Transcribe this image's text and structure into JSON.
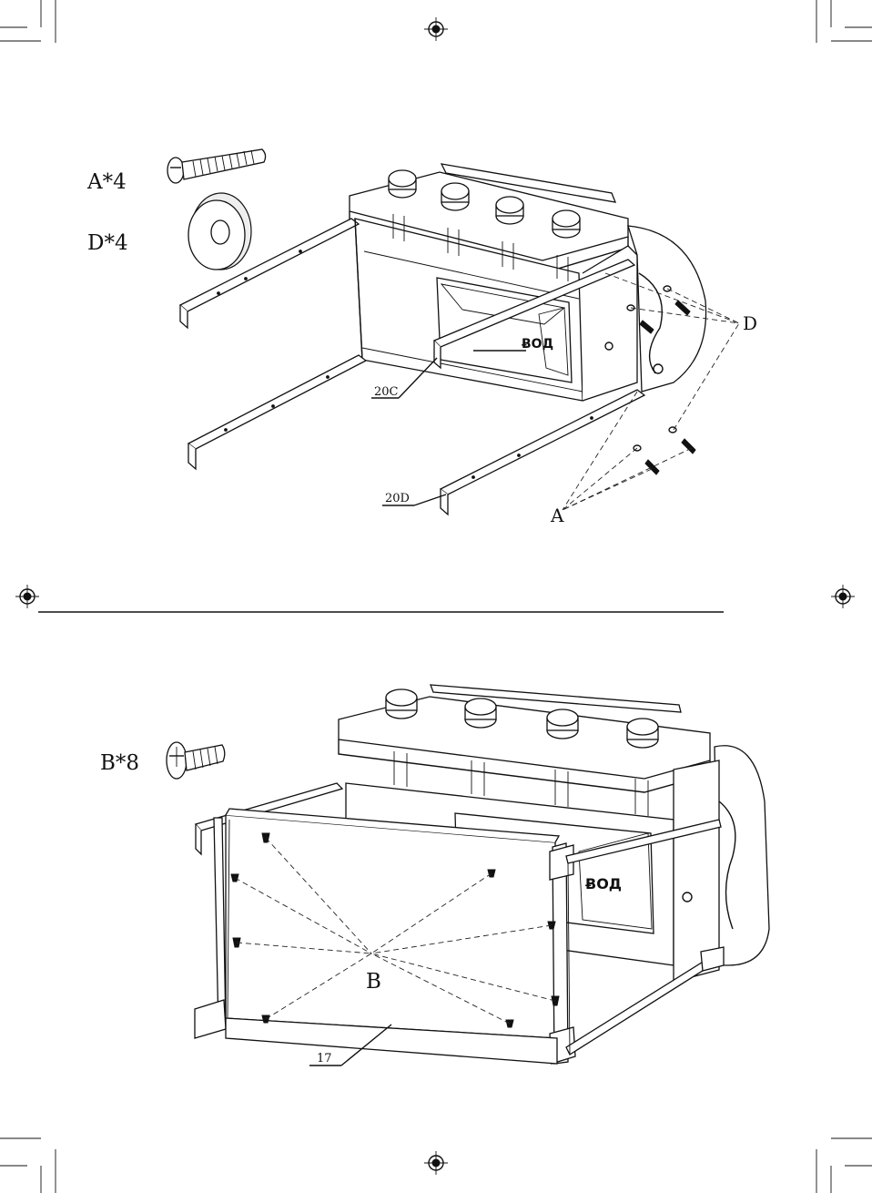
{
  "step1": {
    "parts": [
      {
        "label": "A*4",
        "icon": "screw-icon"
      },
      {
        "label": "D*4",
        "icon": "washer-icon"
      }
    ],
    "callouts": {
      "d": "D",
      "a": "A",
      "c20": "20C",
      "d20": "20D"
    }
  },
  "step2": {
    "parts": [
      {
        "label": "B*8",
        "icon": "screw-icon"
      }
    ],
    "callouts": {
      "b": "B",
      "p17": "17"
    }
  }
}
